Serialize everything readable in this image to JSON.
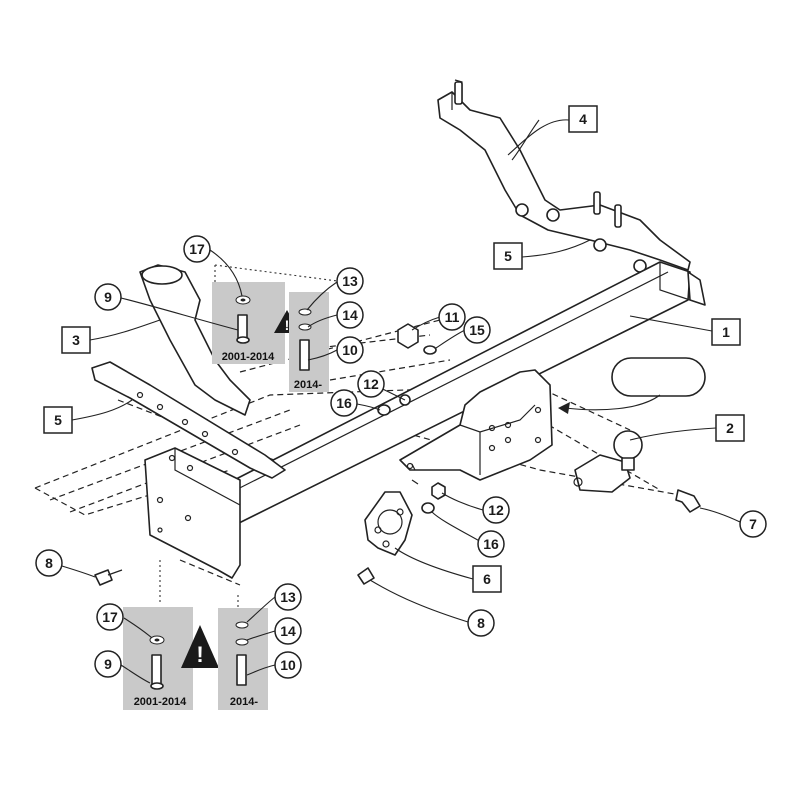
{
  "callouts": {
    "c1": "1",
    "c2": "2",
    "c3": "3",
    "c4": "4",
    "c5a": "5",
    "c5b": "5",
    "c6": "6",
    "c7": "7",
    "c8a": "8",
    "c8b": "8",
    "c9a": "9",
    "c9b": "9",
    "c10a": "10",
    "c10b": "10",
    "c11": "11",
    "c12a": "12",
    "c12b": "12",
    "c13a": "13",
    "c13b": "13",
    "c14a": "14",
    "c14b": "14",
    "c15": "15",
    "c16a": "16",
    "c16b": "16",
    "c17a": "17",
    "c17b": "17"
  },
  "panels": {
    "upper_left_year": "2001-2014",
    "upper_right_year": "2014-",
    "lower_left_year": "2001-2014",
    "lower_right_year": "2014-"
  },
  "warning_symbol": "!"
}
